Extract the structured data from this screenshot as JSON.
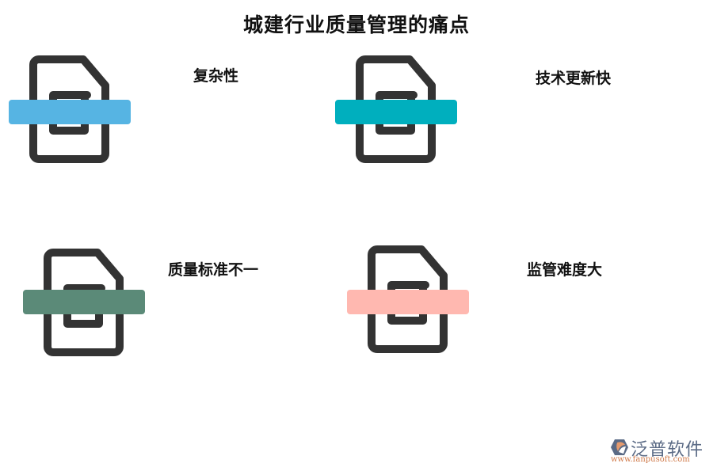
{
  "title": "城建行业质量管理的痛点",
  "items": [
    {
      "label": "复杂性",
      "icon": "document-icon",
      "accent_color": "#56B4E3"
    },
    {
      "label": "技术更新快",
      "icon": "document-icon",
      "accent_color": "#00AFBE"
    },
    {
      "label": "质量标准不一",
      "icon": "document-icon",
      "accent_color": "#5B8A78"
    },
    {
      "label": "监管难度大",
      "icon": "document-icon",
      "accent_color": "#FFB8B0"
    }
  ],
  "icon_stroke_color": "#333333",
  "watermark": {
    "brand": "泛普软件",
    "url": "www.fanpusoft.com"
  }
}
